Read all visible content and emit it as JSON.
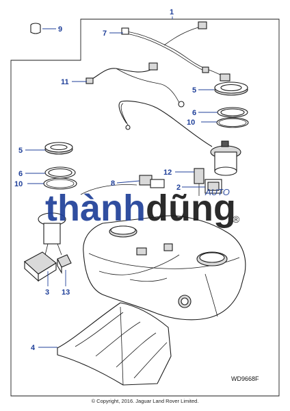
{
  "callouts": {
    "c1": "1",
    "c2": "2",
    "c3": "3",
    "c4": "4",
    "c5a": "5",
    "c5b": "5",
    "c6a": "6",
    "c6b": "6",
    "c7": "7",
    "c8": "8",
    "c9": "9",
    "c10a": "10",
    "c10b": "10",
    "c11": "11",
    "c12": "12",
    "c13": "13"
  },
  "reference_code": "WD9668F",
  "copyright": "© Copyright, 2016. Jaguar Land Rover Limited.",
  "watermark": {
    "brand_part1": "thành",
    "brand_part2": "dũng",
    "tag": "AUTO",
    "registered": "®",
    "color_blue": "#1f3f99",
    "color_dark": "#1a1a1a"
  },
  "colors": {
    "callout": "#1f3f99",
    "line": "#1a1a1a"
  }
}
